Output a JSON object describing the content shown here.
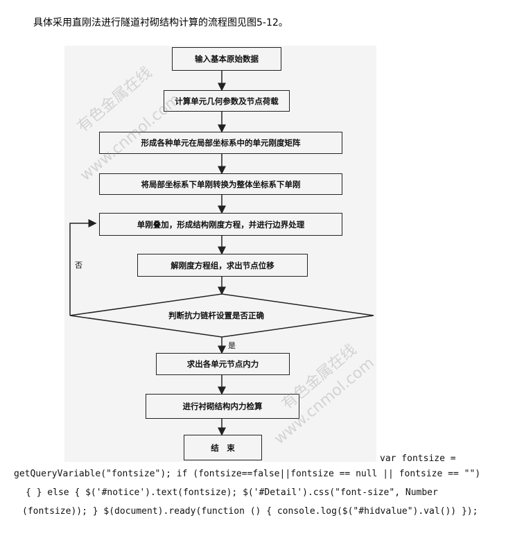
{
  "intro_text": "具体采用直刚法进行隧道衬砌结构计算的流程图见图5-12。",
  "flowchart": {
    "steps": [
      "输入基本原始数据",
      "计算单元几何参数及节点荷载",
      "形成各种单元在局部坐标系中的单元刚度矩阵",
      "将局部坐标系下单刚转换为整体坐标系下单刚",
      "单刚叠加，形成结构刚度方程，并进行边界处理",
      "解刚度方程组，求出节点位移",
      "判断抗力链杆设置是否正确",
      "求出各单元节点内力",
      "进行衬砌结构内力检算",
      "结　束"
    ],
    "yes_label": "是",
    "no_label": "否"
  },
  "watermarks": {
    "cn1": "有色金属在线",
    "url1": "www.cnmol.com",
    "cn2": "有色金属在线",
    "url2": "www.cnmol.com"
  },
  "code_lines": [
    "var fontsize =",
    "getQueryVariable(\"fontsize\"); if (fontsize==false||fontsize == null || fontsize == \"\")",
    "{ } else { $('#notice').text(fontsize); $('#Detail').css(\"font-size\", Number",
    "(fontsize)); } $(document).ready(function () { console.log($(\"#hidvalue\").val()) });"
  ]
}
